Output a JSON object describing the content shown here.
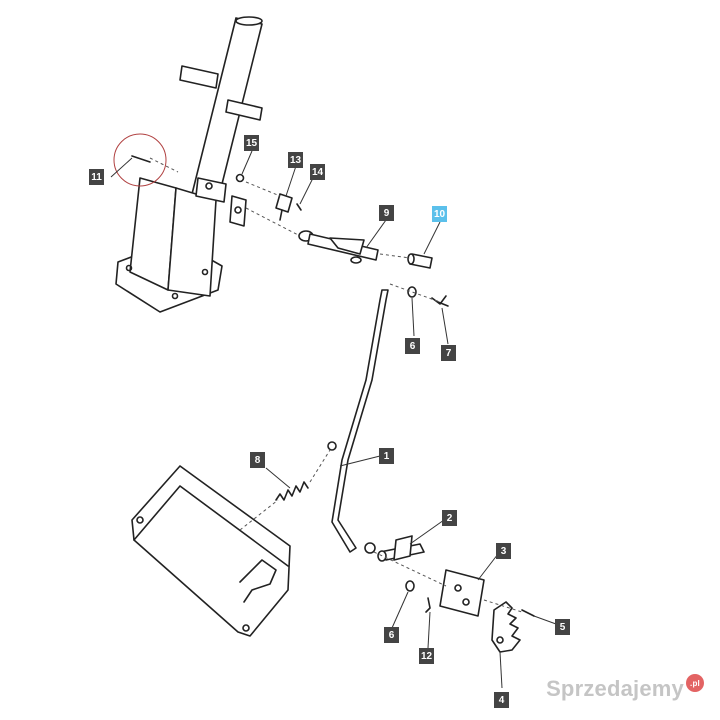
{
  "callouts": [
    {
      "id": "c1",
      "label": "1",
      "highlight": false
    },
    {
      "id": "c2",
      "label": "2",
      "highlight": false
    },
    {
      "id": "c3",
      "label": "3",
      "highlight": false
    },
    {
      "id": "c4",
      "label": "4",
      "highlight": false
    },
    {
      "id": "c5",
      "label": "5",
      "highlight": false
    },
    {
      "id": "c6a",
      "label": "6",
      "highlight": false
    },
    {
      "id": "c6b",
      "label": "6",
      "highlight": false
    },
    {
      "id": "c7",
      "label": "7",
      "highlight": false
    },
    {
      "id": "c8",
      "label": "8",
      "highlight": false
    },
    {
      "id": "c9",
      "label": "9",
      "highlight": false
    },
    {
      "id": "c10",
      "label": "10",
      "highlight": true
    },
    {
      "id": "c11",
      "label": "11",
      "highlight": false
    },
    {
      "id": "c12",
      "label": "12",
      "highlight": false
    },
    {
      "id": "c13",
      "label": "13",
      "highlight": false
    },
    {
      "id": "c14",
      "label": "14",
      "highlight": false
    },
    {
      "id": "c15",
      "label": "15",
      "highlight": false
    }
  ],
  "colors": {
    "callout_bg": "#444444",
    "callout_highlight_bg": "#5bc0eb",
    "line": "#222222"
  },
  "watermark": {
    "text": "Sprzedajemy",
    "badge": ".pl"
  }
}
